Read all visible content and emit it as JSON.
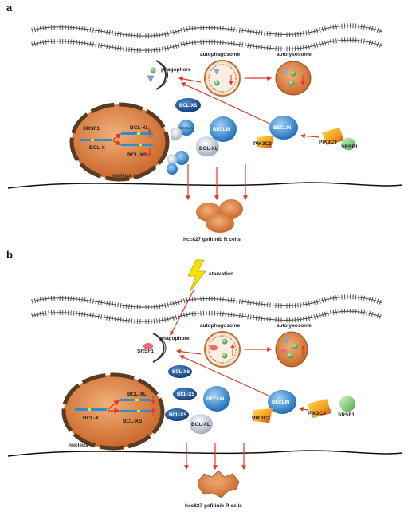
{
  "panel_a": {
    "panel_label": "a",
    "phagophore": "phagophore",
    "autophagosome": "autophagosome",
    "autolysosome": "autolysosome",
    "nucleus": "nucleus",
    "srsf1_nuclear": "SRSF1",
    "bcl_x": "BCL-X",
    "bcl_xl": "BCL-XL",
    "bcl_xs": "BCL-XS",
    "bcl_xs_protein": "BCL-XS",
    "beclin_small": "BECLIN",
    "beclin_main": "BECLIN",
    "bcl_xl_protein": "BCL-XL",
    "beclin_complex": "BECLIN",
    "pik3c3_bound": "PIK3C3",
    "pik3c3_free": "PIK3C3",
    "srsf1_free": "SRSF1",
    "cells": "hcc827 gefitinib R cells"
  },
  "panel_b": {
    "panel_label": "b",
    "starvation": "starvation",
    "phagophore": "phagophore",
    "srsf1_phago": "SRSF1",
    "autophagosome": "autophagosome",
    "autolysosome": "autolysosome",
    "nucleus": "nucleus",
    "bcl_x": "BCL-X",
    "bcl_xl": "BCL-XL",
    "bcl_xs": "BCL-XS",
    "bcl_xs_protein": "BCL-XS",
    "beclin_main": "BECLIN",
    "bcl_xl_protein": "BCL-XL",
    "beclin_complex": "BECLIN",
    "pik3c3_bound": "PIK3C3",
    "pik3c3_free": "PIK3C3",
    "srsf1_free": "SRSF1",
    "cells": "hcc827 gefitinib R cells"
  }
}
